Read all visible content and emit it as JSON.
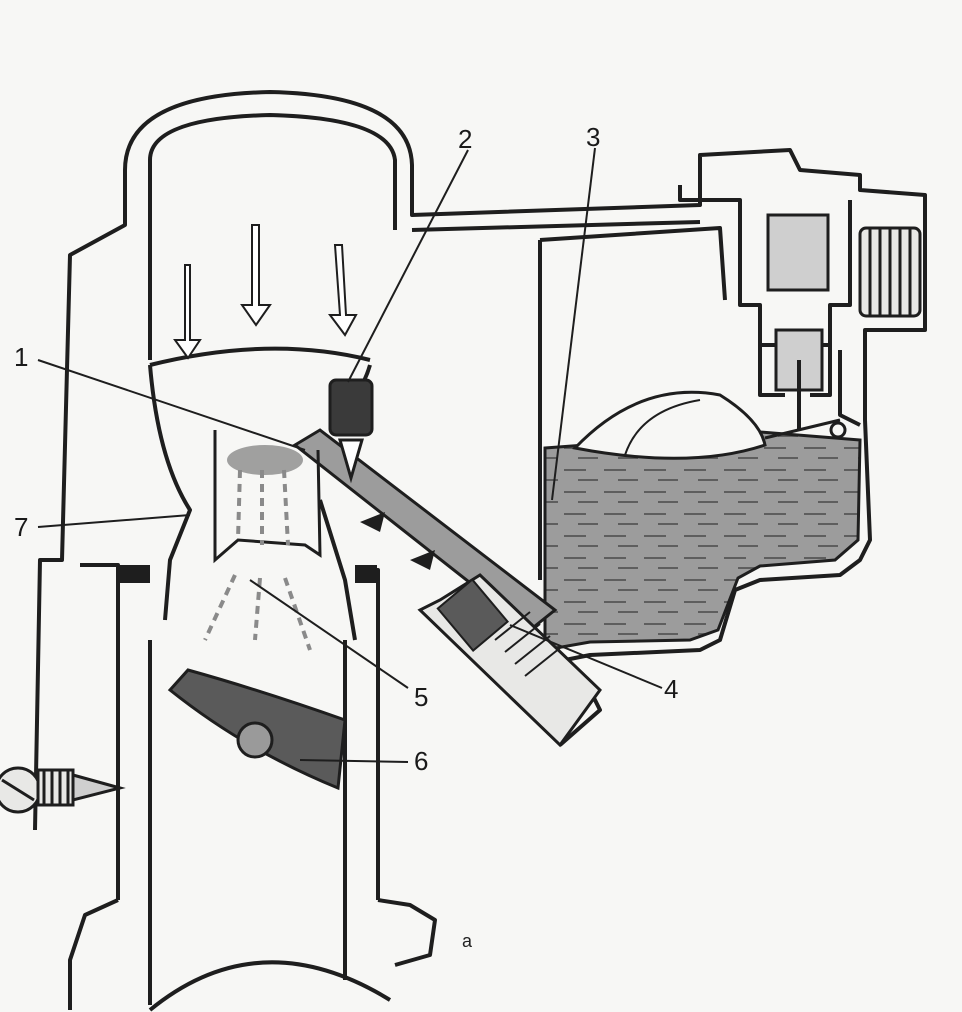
{
  "diagram": {
    "callouts": [
      {
        "id": "1",
        "label": "1"
      },
      {
        "id": "2",
        "label": "2"
      },
      {
        "id": "3",
        "label": "3"
      },
      {
        "id": "4",
        "label": "4"
      },
      {
        "id": "5",
        "label": "5"
      },
      {
        "id": "6",
        "label": "6"
      },
      {
        "id": "7",
        "label": "7"
      }
    ],
    "figure_letter": "a",
    "colors": {
      "outline": "#1e1e1e",
      "fuel": "#9c9c9c",
      "fuel_dark": "#707070",
      "throttle": "#5a5a5a",
      "paper": "#f7f7f5",
      "arrow_fill": "#ffffff",
      "spray": "#8a8a8a"
    }
  }
}
